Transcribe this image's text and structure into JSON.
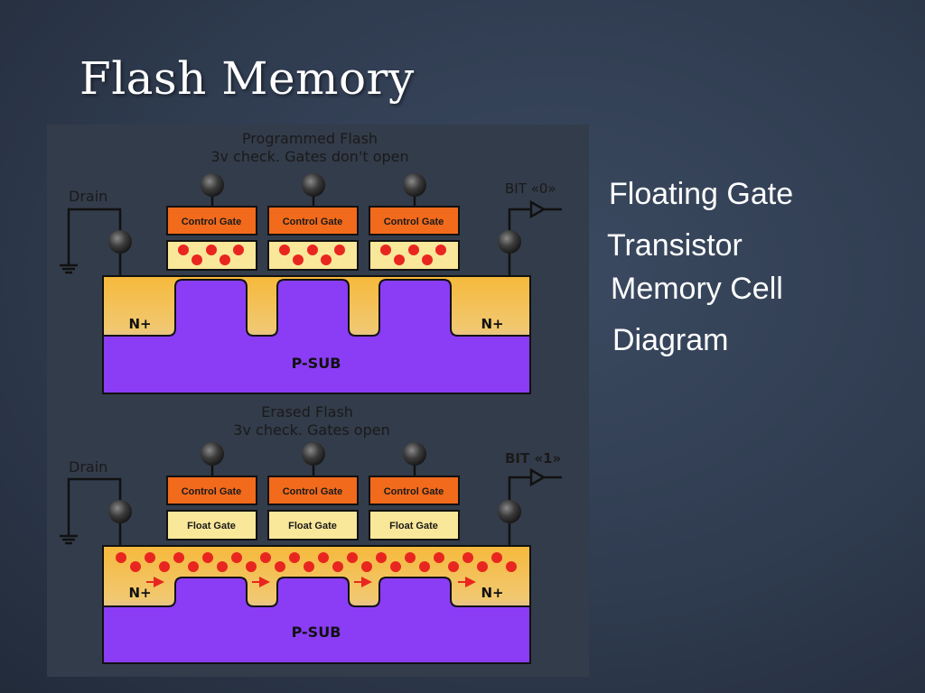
{
  "slide": {
    "title": "Flash Memory",
    "description_lines": [
      "Floating Gate",
      "Transistor",
      "Memory Cell",
      "Diagram"
    ]
  },
  "programmed": {
    "heading_line1": "Programmed Flash",
    "heading_line2": "3v check. Gates don't open",
    "drain_label": "Drain",
    "bit_label": "BIT «0»",
    "gate_labels": [
      "Control Gate",
      "Control Gate",
      "Control Gate"
    ],
    "n_plus_left": "N+",
    "n_plus_right": "N+",
    "substrate_label": "P-SUB"
  },
  "erased": {
    "heading_line1": "Erased Flash",
    "heading_line2": "3v check. Gates open",
    "drain_label": "Drain",
    "bit_label": "BIT «1»",
    "gate_labels": [
      "Control Gate",
      "Control Gate",
      "Control Gate"
    ],
    "float_gate_labels": [
      "Float Gate",
      "Float Gate",
      "Float Gate"
    ],
    "n_plus_left": "N+",
    "n_plus_right": "N+",
    "substrate_label": "P-SUB"
  },
  "colors": {
    "control_gate": "#f26a1b",
    "float_gate": "#f9e79a",
    "electron": "#e8261f",
    "substrate": "#8a3df5",
    "n_region": "#f6b93b",
    "wire": "#111111"
  }
}
